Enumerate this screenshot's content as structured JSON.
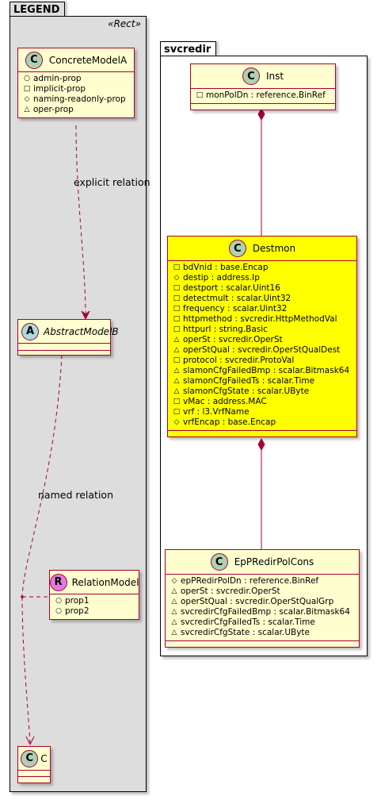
{
  "legend": {
    "package_name": "LEGEND",
    "stereotype": "«Rect»",
    "concrete": {
      "name": "ConcreteModelA",
      "attrs": [
        {
          "vis": "○",
          "text": "admin-prop"
        },
        {
          "vis": "□",
          "text": "implicit-prop"
        },
        {
          "vis": "◇",
          "text": "naming-readonly-prop"
        },
        {
          "vis": "△",
          "text": "oper-prop"
        }
      ]
    },
    "abstract": {
      "name": "AbstractModelB"
    },
    "relation": {
      "name": "RelationModel",
      "attrs": [
        {
          "vis": "○",
          "text": "prop1"
        },
        {
          "vis": "○",
          "text": "prop2"
        }
      ]
    },
    "c_class": {
      "name": "C"
    },
    "explicit_label": "explicit relation",
    "named_label": "named relation"
  },
  "svcredir": {
    "package_name": "svcredir",
    "inst": {
      "name": "Inst",
      "attrs": [
        {
          "vis": "□",
          "text": "monPolDn : reference.BinRef"
        }
      ]
    },
    "destmon": {
      "name": "Destmon",
      "attrs": [
        {
          "vis": "□",
          "text": "bdVnid : base.Encap"
        },
        {
          "vis": "◇",
          "text": "destip : address.Ip"
        },
        {
          "vis": "□",
          "text": "destport : scalar.Uint16"
        },
        {
          "vis": "□",
          "text": "detectmult : scalar.Uint32"
        },
        {
          "vis": "□",
          "text": "frequency : scalar.Uint32"
        },
        {
          "vis": "□",
          "text": "httpmethod : svcredir.HttpMethodVal"
        },
        {
          "vis": "□",
          "text": "httpurl : string.Basic"
        },
        {
          "vis": "△",
          "text": "operSt : svcredir.OperSt"
        },
        {
          "vis": "△",
          "text": "operStQual : svcredir.OperStQualDest"
        },
        {
          "vis": "□",
          "text": "protocol : svcredir.ProtoVal"
        },
        {
          "vis": "△",
          "text": "slamonCfgFailedBmp : scalar.Bitmask64"
        },
        {
          "vis": "△",
          "text": "slamonCfgFailedTs : scalar.Time"
        },
        {
          "vis": "△",
          "text": "slamonCfgState : scalar.UByte"
        },
        {
          "vis": "□",
          "text": "vMac : address.MAC"
        },
        {
          "vis": "□",
          "text": "vrf : l3.VrfName"
        },
        {
          "vis": "◇",
          "text": "vrfEncap : base.Encap"
        }
      ]
    },
    "eppr": {
      "name": "EpPRedirPolCons",
      "attrs": [
        {
          "vis": "◇",
          "text": "epPRedirPolDn : reference.BinRef"
        },
        {
          "vis": "△",
          "text": "operSt : svcredir.OperSt"
        },
        {
          "vis": "△",
          "text": "operStQual : svcredir.OperStQualGrp"
        },
        {
          "vis": "△",
          "text": "svcredirCfgFailedBmp : scalar.Bitmask64"
        },
        {
          "vis": "△",
          "text": "svcredirCfgFailedTs : scalar.Time"
        },
        {
          "vis": "△",
          "text": "svcredirCfgState : scalar.UByte"
        }
      ]
    }
  },
  "colors": {
    "class_fill": "#FEFECE",
    "highlight_fill": "#FFFF00",
    "border": "#A80036",
    "legend_bg": "#DDDDDD",
    "class_circle": "#ADD1B2",
    "abstract_circle": "#A9DCDF",
    "relation_circle": "#E07CE0"
  }
}
